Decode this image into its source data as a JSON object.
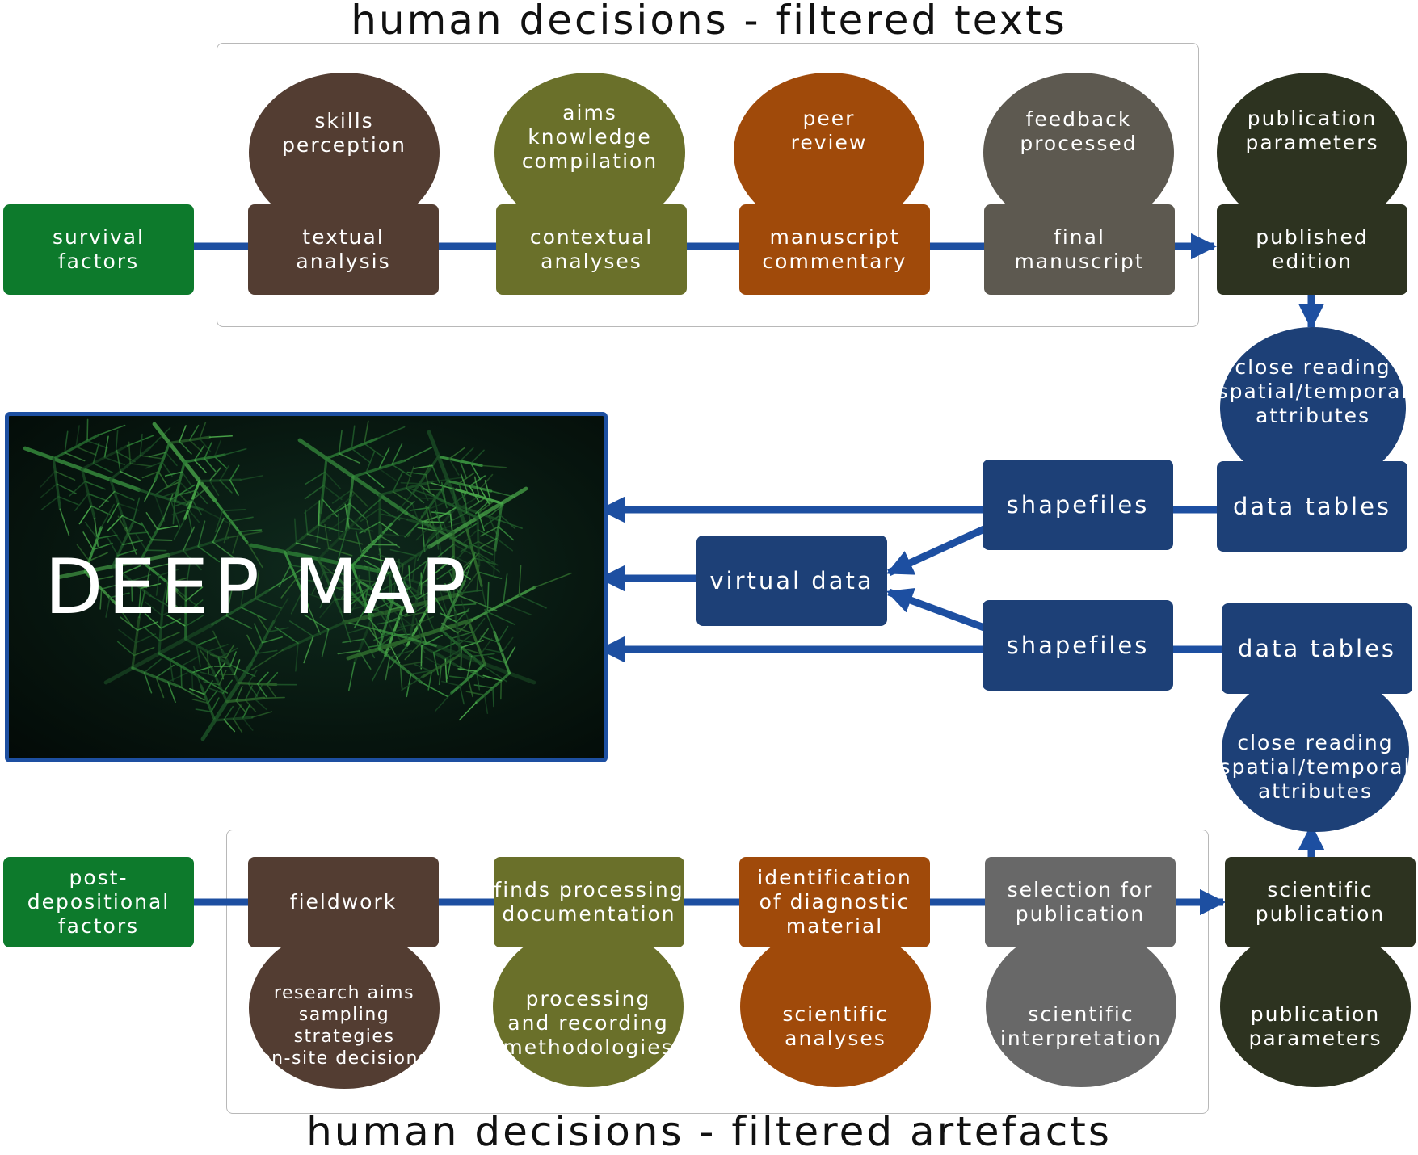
{
  "titles": {
    "top": "human decisions - filtered texts",
    "bottom": "human decisions - filtered artefacts"
  },
  "colors": {
    "brown": "#533d32",
    "olive": "#6a702a",
    "orange": "#a04a0a",
    "gray": "#5d5950",
    "gray_bottom": "#686868",
    "dark": "#2d3320",
    "green": "#0d7a2c",
    "blue": "#1d4077",
    "arrow": "#1d4fa1"
  },
  "top_row": {
    "start": "survival\nfactors",
    "steps": [
      {
        "oval": "skills\nperception",
        "box": "textual\nanalysis"
      },
      {
        "oval": "aims\nknowledge\ncompilation",
        "box": "contextual\nanalyses"
      },
      {
        "oval": "peer\nreview",
        "box": "manuscript\ncommentary"
      },
      {
        "oval": "feedback\nprocessed",
        "box": "final\nmanuscript"
      },
      {
        "oval": "publication\nparameters",
        "box": "published\nedition"
      }
    ]
  },
  "bottom_row": {
    "start": "post-depositional\nfactors",
    "steps": [
      {
        "box": "fieldwork",
        "oval": "research aims\nsampling strategies\non-site decisions"
      },
      {
        "box": "finds processing\ndocumentation",
        "oval": "processing\nand recording\nmethodologies"
      },
      {
        "box": "identification\nof diagnostic\nmaterial",
        "oval": "scientific\nanalyses"
      },
      {
        "box": "selection for\npublication",
        "oval": "scientific\ninterpretation"
      },
      {
        "box": "scientific\npublication",
        "oval": "publication\nparameters"
      }
    ]
  },
  "middle": {
    "deep_map": "DEEP MAP",
    "virtual_data": "virtual data",
    "shapefiles_top": "shapefiles",
    "shapefiles_bottom": "shapefiles",
    "data_tables_top": "data tables",
    "data_tables_bottom": "data tables",
    "close_reading_top": "close reading\nspatial/temporal\nattributes",
    "close_reading_bottom": "close reading\nspatial/temporal\nattributes"
  }
}
